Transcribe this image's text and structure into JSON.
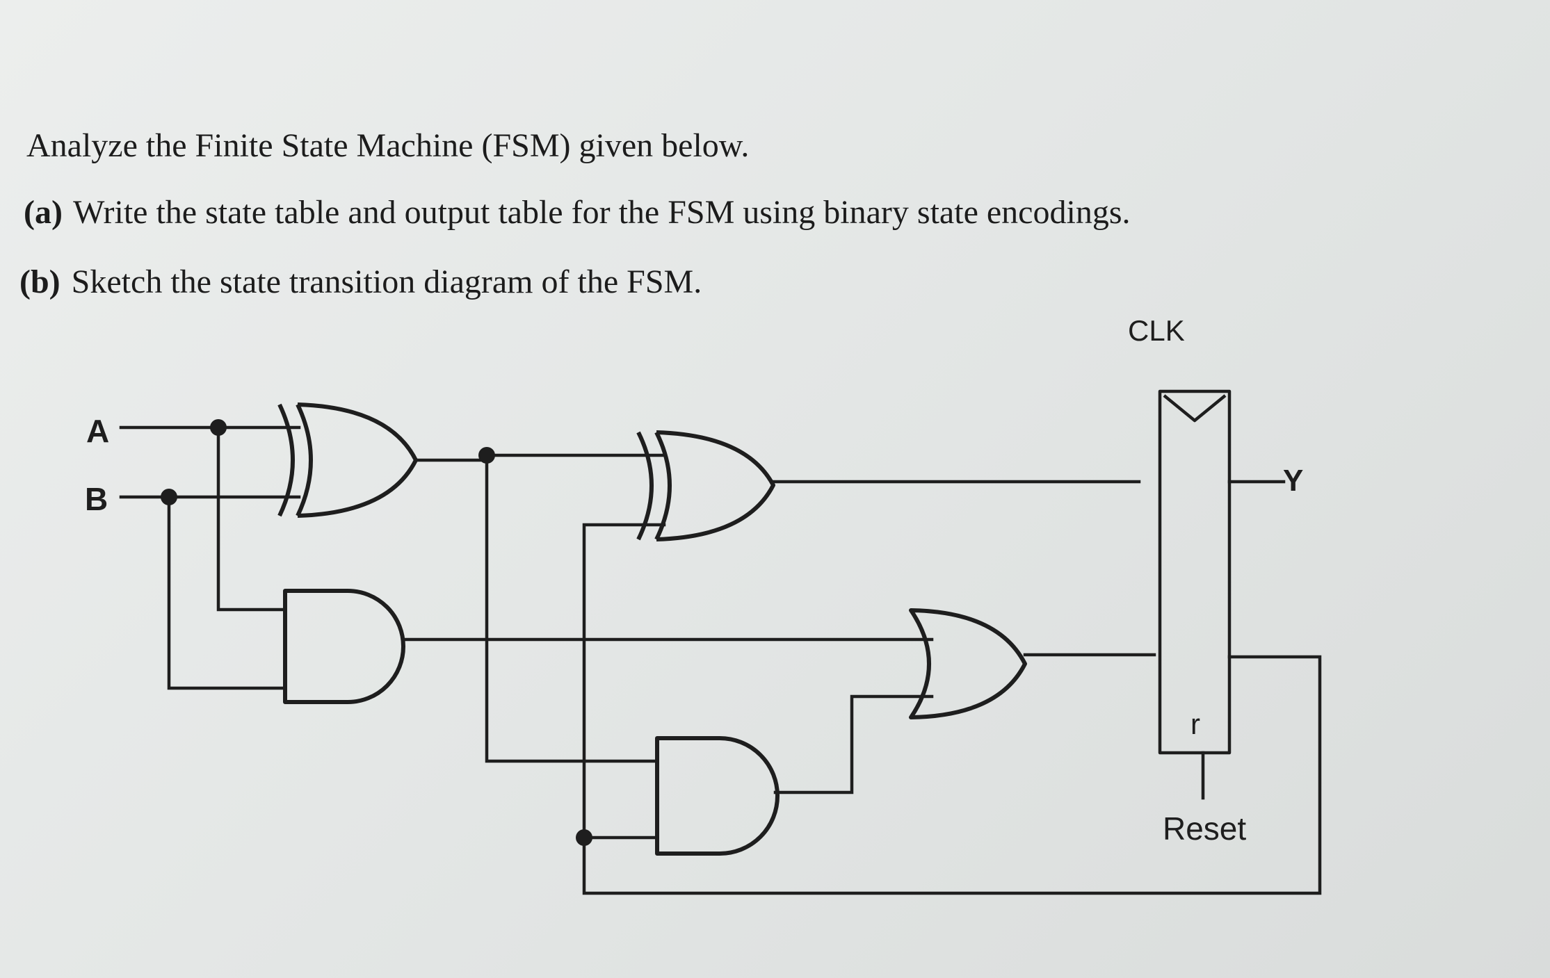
{
  "question": {
    "intro": "Analyze the Finite State Machine (FSM) given below.",
    "part_a_label": "(a)",
    "part_a_text": "Write the state table and output table for the FSM using binary state encodings.",
    "part_b_label": "(b)",
    "part_b_text": "Sketch the state transition diagram of the FSM."
  },
  "circuit": {
    "input_a": "A",
    "input_b": "B",
    "clock_label": "CLK",
    "output_label": "Y",
    "reset_pin_label": "r",
    "reset_label": "Reset",
    "gates": [
      "xor",
      "xor",
      "and",
      "and",
      "or"
    ],
    "flip_flop": "d-flip-flop-with-reset"
  }
}
